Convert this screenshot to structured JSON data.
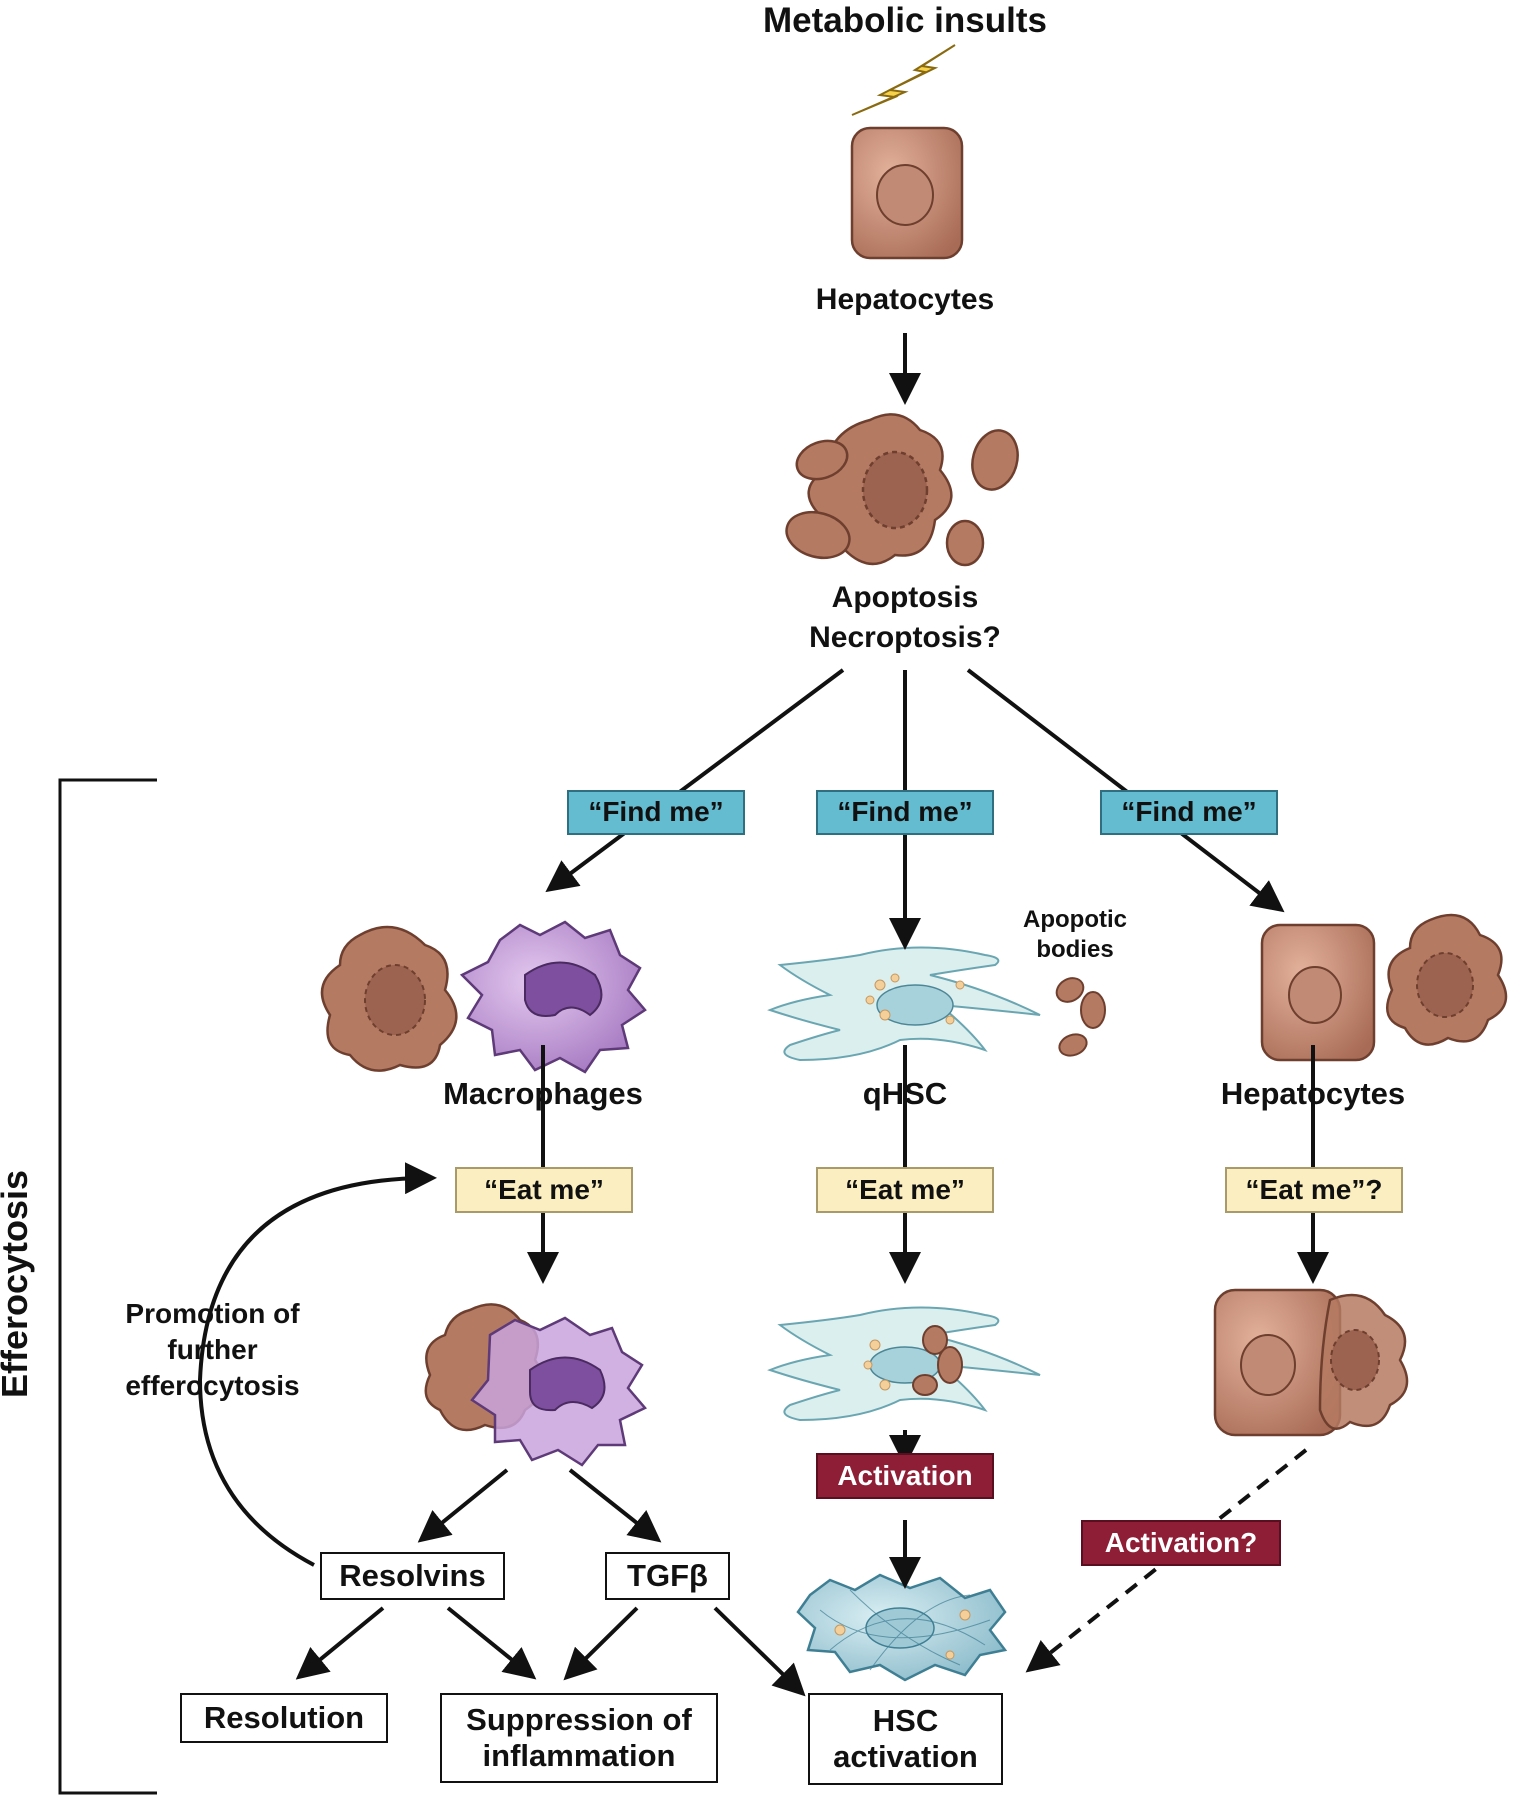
{
  "diagram": {
    "title": "Metabolic insults",
    "side_label": "Efferocytosis",
    "top_cell_label": "Hepatocytes",
    "death_label_1": "Apoptosis",
    "death_label_2": "Necroptosis?",
    "find_me": [
      "“Find me”",
      "“Find me”",
      "“Find me”"
    ],
    "apoptotic_bodies_1": "Apopotic",
    "apoptotic_bodies_2": "bodies",
    "columns": {
      "left_cell": "Macrophages",
      "middle_cell": "qHSC",
      "right_cell": "Hepatocytes"
    },
    "eat_me": [
      "“Eat me”",
      "“Eat me”",
      "“Eat me”?"
    ],
    "promotion_1": "Promotion of",
    "promotion_2": "further",
    "promotion_3": "efferocytosis",
    "activation": "Activation",
    "activation_q": "Activation?",
    "resolvins": "Resolvins",
    "tgfb": "TGFβ",
    "resolution": "Resolution",
    "suppression_1": "Suppression of",
    "suppression_2": "inflammation",
    "hsc_activation_1": "HSC",
    "hsc_activation_2": "activation"
  },
  "colors": {
    "find_me": "#64bcd0",
    "eat_me": "#fbeec0",
    "activation": "#8e1d36",
    "hepatocyte": "#b57a62",
    "macrophage": "#a77cc4",
    "hsc": "#d7ecef"
  }
}
